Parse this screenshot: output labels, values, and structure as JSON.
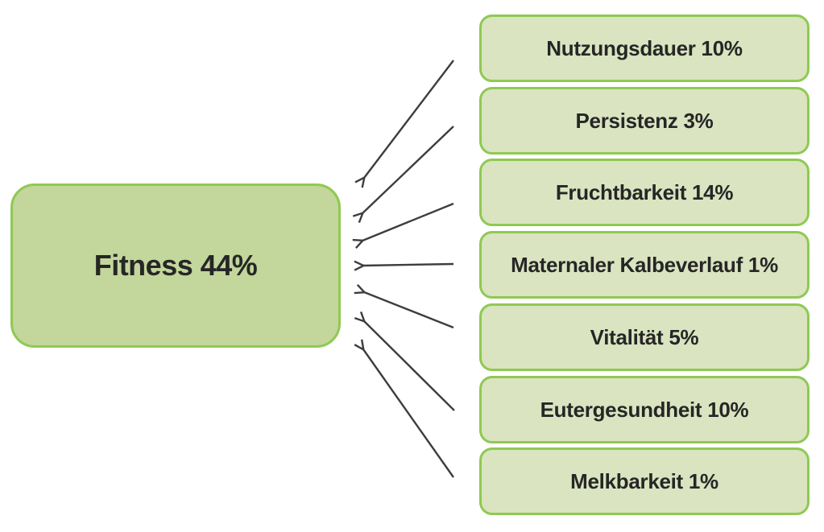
{
  "diagram": {
    "target": {
      "label": "Fitness",
      "value": "44%",
      "text": "Fitness 44%"
    },
    "factors": [
      {
        "label": "Nutzungsdauer",
        "value": "10%",
        "text": "Nutzungsdauer 10%"
      },
      {
        "label": "Persistenz",
        "value": "3%",
        "text": "Persistenz 3%"
      },
      {
        "label": "Fruchtbarkeit",
        "value": "14%",
        "text": "Fruchtbarkeit 14%"
      },
      {
        "label": "Maternaler Kalbeverlauf",
        "value": "1%",
        "text": "Maternaler Kalbeverlauf 1%"
      },
      {
        "label": "Vitalität",
        "value": "5%",
        "text": "Vitalität 5%"
      },
      {
        "label": "Eutergesundheit",
        "value": "10%",
        "text": "Eutergesundheit 10%"
      },
      {
        "label": "Melkbarkeit",
        "value": "1%",
        "text": "Melkbarkeit 1%"
      }
    ]
  },
  "colors": {
    "border-green": "#8fc952",
    "fill-target": "#c3d69b",
    "fill-factor": "#dae4c0",
    "arrow-color": "#3d3d3d",
    "text-color": "#262626",
    "bg": "#ffffff"
  }
}
